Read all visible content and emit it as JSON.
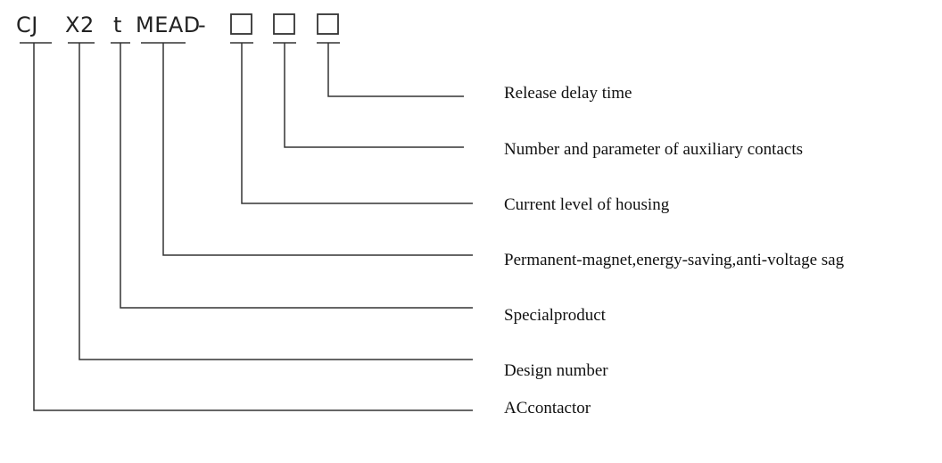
{
  "code": {
    "segments": [
      {
        "id": "cj",
        "text": "CJ"
      },
      {
        "id": "x2",
        "text": "X2"
      },
      {
        "id": "t",
        "text": "t"
      },
      {
        "id": "mead",
        "text": "MEAD"
      },
      {
        "id": "dash",
        "text": "-"
      }
    ],
    "placeholder_boxes": 3
  },
  "labels": {
    "release_delay": "Release  delay  time",
    "aux_contacts": "Number  and  parameter  of auxiliary  contacts",
    "current_level": "Current  level  of housing",
    "permanent_magnet": "Permanent-magnet,energy-saving,anti-voltage sag",
    "special_product": "Specialproduct",
    "design_number": "Design  number",
    "ac_contactor": "ACcontactor"
  }
}
